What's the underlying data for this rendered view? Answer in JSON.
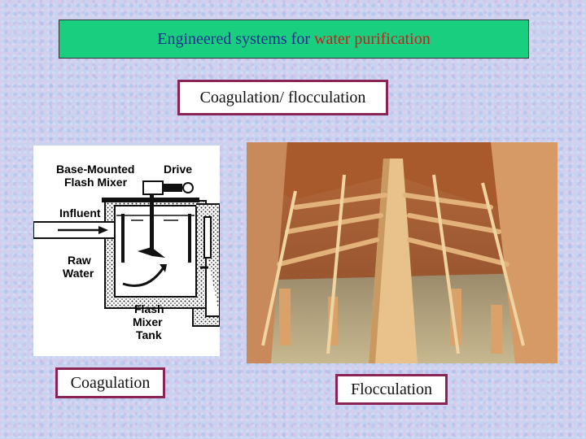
{
  "header": {
    "title_prefix": "Engineered systems for ",
    "title_highlight": "water purification"
  },
  "subtitle": "Coagulation/ flocculation",
  "diagram": {
    "labels": {
      "mixer_line1": "Base-Mounted",
      "mixer_line2": "Flash Mixer",
      "drive": "Drive",
      "influent": "Influent",
      "raw_line1": "Raw",
      "raw_line2": "Water",
      "tank_line1": "Flash",
      "tank_line2": "Mixer",
      "tank_line3": "Tank"
    }
  },
  "captions": {
    "coagulation": "Coagulation",
    "flocculation": "Flocculation"
  },
  "colors": {
    "title_background": "#19cf7f",
    "title_text": "#1d2f8c",
    "title_highlight": "#c81e1e",
    "label_border": "#8a2454"
  }
}
